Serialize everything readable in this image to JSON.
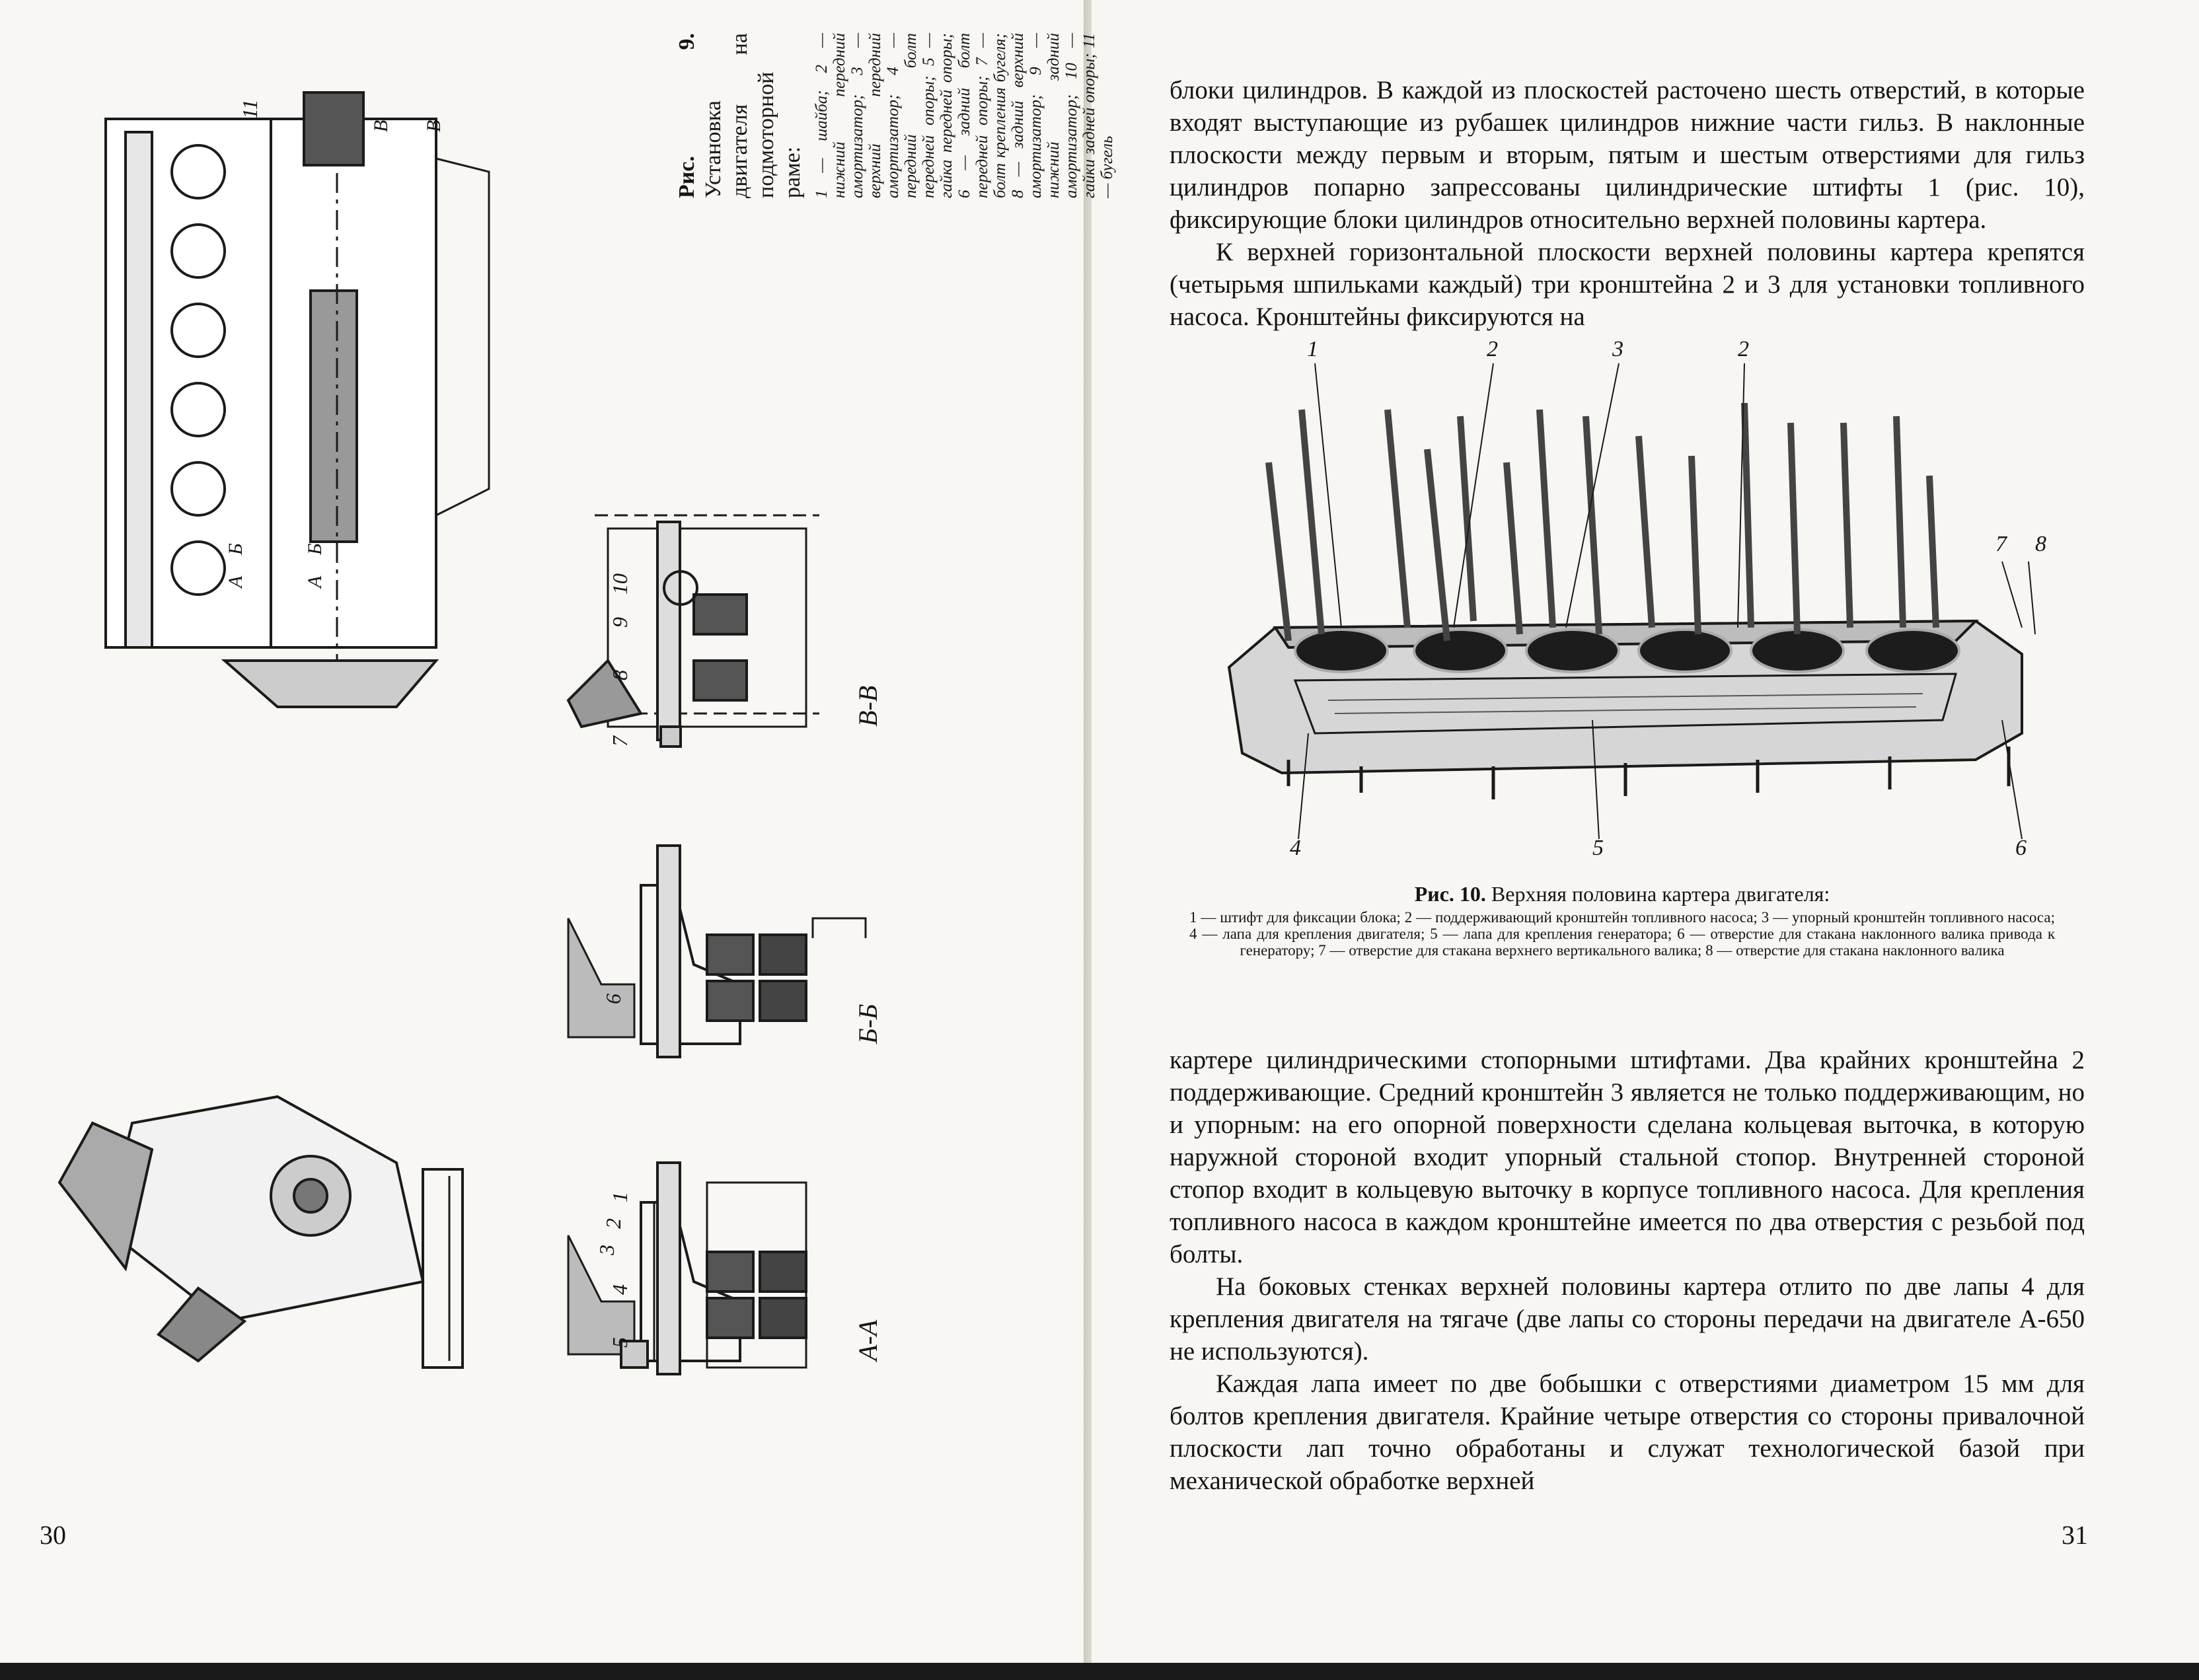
{
  "left_page": {
    "page_number": "30",
    "figure9": {
      "title_prefix": "Рис. 9.",
      "title": "Установка двигателя на подмоторной раме:",
      "legend": "1 — шайба; 2 — нижний передний амортизатор; 3 — верхний передний амортизатор; 4 — передний болт передней опоры; 5 — гайка передней опоры; 6 — задний болт передней опоры; 7 — болт крепления бугеля; 8 — задний верхний амортизатор; 9 — нижний задний амортизатор; 10 — гайки задней опоры; 11 — бугель",
      "section_labels": [
        "В-В",
        "Б-Б",
        "А-А"
      ],
      "markers": [
        "Б",
        "А",
        "Б",
        "А",
        "В",
        "В"
      ],
      "callouts": [
        "1",
        "2",
        "3",
        "4",
        "5",
        "6",
        "7",
        "8",
        "9",
        "10",
        "11"
      ]
    }
  },
  "right_page": {
    "page_number": "31",
    "paragraphs_top": [
      "блоки цилиндров. В каждой из плоскостей расточено шесть отверстий, в которые входят выступающие из рубашек цилиндров нижние части гильз. В наклонные плоскости между первым и вторым, пятым и шестым отверстиями для гильз цилиндров попарно запрессованы цилиндрические штифты 1 (рис. 10), фиксирующие блоки цилиндров относительно верхней половины картера.",
      "К верхней горизонтальной плоскости верхней половины картера крепятся (четырьмя шпильками каждый) три кронштейна 2 и 3 для установки топливного насоса. Кронштейны фиксируются на"
    ],
    "figure10": {
      "callouts_top": [
        "1",
        "2",
        "3",
        "2"
      ],
      "callouts_right": [
        "7",
        "8"
      ],
      "callouts_bottom": [
        "4",
        "5",
        "6"
      ],
      "title_prefix": "Рис. 10.",
      "title": "Верхняя половина картера двигателя:",
      "legend": "1 — штифт для фиксации блока; 2 — поддерживающий кронштейн топливного насоса; 3 — упорный кронштейн топливного насоса; 4 — лапа для крепления двигателя; 5 — лапа для крепления генератора; 6 — отверстие для стакана наклонного валика привода к генератору; 7 — отверстие для стакана верхнего вертикального валика; 8 — отверстие для стакана наклонного валика"
    },
    "paragraphs_bottom": [
      "картере цилиндрическими стопорными штифтами. Два крайних кронштейна 2 поддерживающие. Средний кронштейн 3 является не только поддерживающим, но и упорным: на его опорной поверхности сделана кольцевая выточка, в которую наружной стороной входит упорный стальной стопор. Внутренней стороной стопор входит в кольцевую выточку в корпусе топливного насоса. Для крепления топливного насоса в каждом кронштейне имеется по два отверстия с резьбой под болты.",
      "На боковых стенках верхней половины картера отлито по две лапы 4 для крепления двигателя на тягаче (две лапы со стороны передачи на двигателе А-650 не используются).",
      "Каждая лапа имеет по две бобышки с отверстиями диаметром 15 мм для болтов крепления двигателя. Крайние четыре отверстия со стороны привалочной плоскости лап точно обработаны и служат технологической базой при механической обработке верхней"
    ]
  }
}
